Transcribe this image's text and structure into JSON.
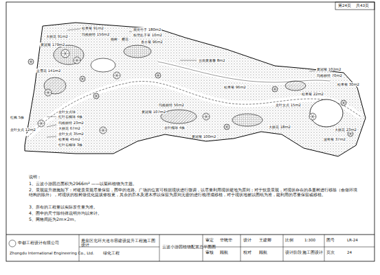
{
  "diagram": {
    "labels": [
      "第24页",
      "共43页",
      "松果菊 91m2",
      "玛格丽特 156m2",
      "大丽花 91m2",
      "黄冠菊 179m2",
      "蓝雪花 141m2",
      "观赏竹子 180m2",
      "桃树",
      "樱花",
      "粉黛乱子草 10m2",
      "香水菊 96m2",
      "云南黄素馨 8m2",
      "松果菊 96m2",
      "黄冠菊 107m2",
      "玛格丽特 56m2",
      "金叶槐球 4株",
      "黄冠菊 100m2",
      "黄冠菊 102m2",
      "玛格丽特 70m2",
      "松果菊 30m2",
      "松果菊 22m2",
      "金叶女贞 15m2",
      "大丽花 18m2",
      "大丽花 23m2",
      "波斯菊 37m2",
      "红枫 5株",
      "金叶女贞 12m2",
      "金叶女贞球",
      "红叶石楠球 4株",
      "玛格丽特 23m2",
      "大丽花 67m2",
      "金叶女贞 35m2",
      "松果菊 45m2",
      "红叶石楠球 3株",
      "说明：",
      "1、云波小游园总面积为2966m² ——以菊科植物为主题。",
      "2、景观提升措施如下：对硬质景观尽量保留，图中的道路、广场的位置可根据现状进行微调，以尽量利用现状硬地为原则；对于软质景观，对现状存在的杀蔓树进行移除（会做环境结构的除外），对现状的枝树做优化提拔修枝更，其余的乔木及灌木求以保留为原则无密的进行梳理成移植，对于现状地被以图纸为准，能利用的尽量保留或移植。",
      "3、所有的工程量以实际发生量为准。",
      "4、图中的尺寸除特殊说明外均以米计。",
      "5、网格间距为2m×2m。",
      "中都工程设计有限公司",
      "Zhongdu International Engineering Co., Ltd.",
      "鹿泉区北环大道市容建设提升工程施工图设计",
      "绿化工程",
      "云波小游园植物配置总平面图",
      "审定",
      "华晓华",
      "审核",
      "顾航",
      "设计",
      "王建卿",
      "校对",
      "顾航",
      "比例",
      "1:300",
      "设计阶段",
      "施工图设计",
      "图号",
      "LR-24",
      "页次",
      "24"
    ]
  }
}
